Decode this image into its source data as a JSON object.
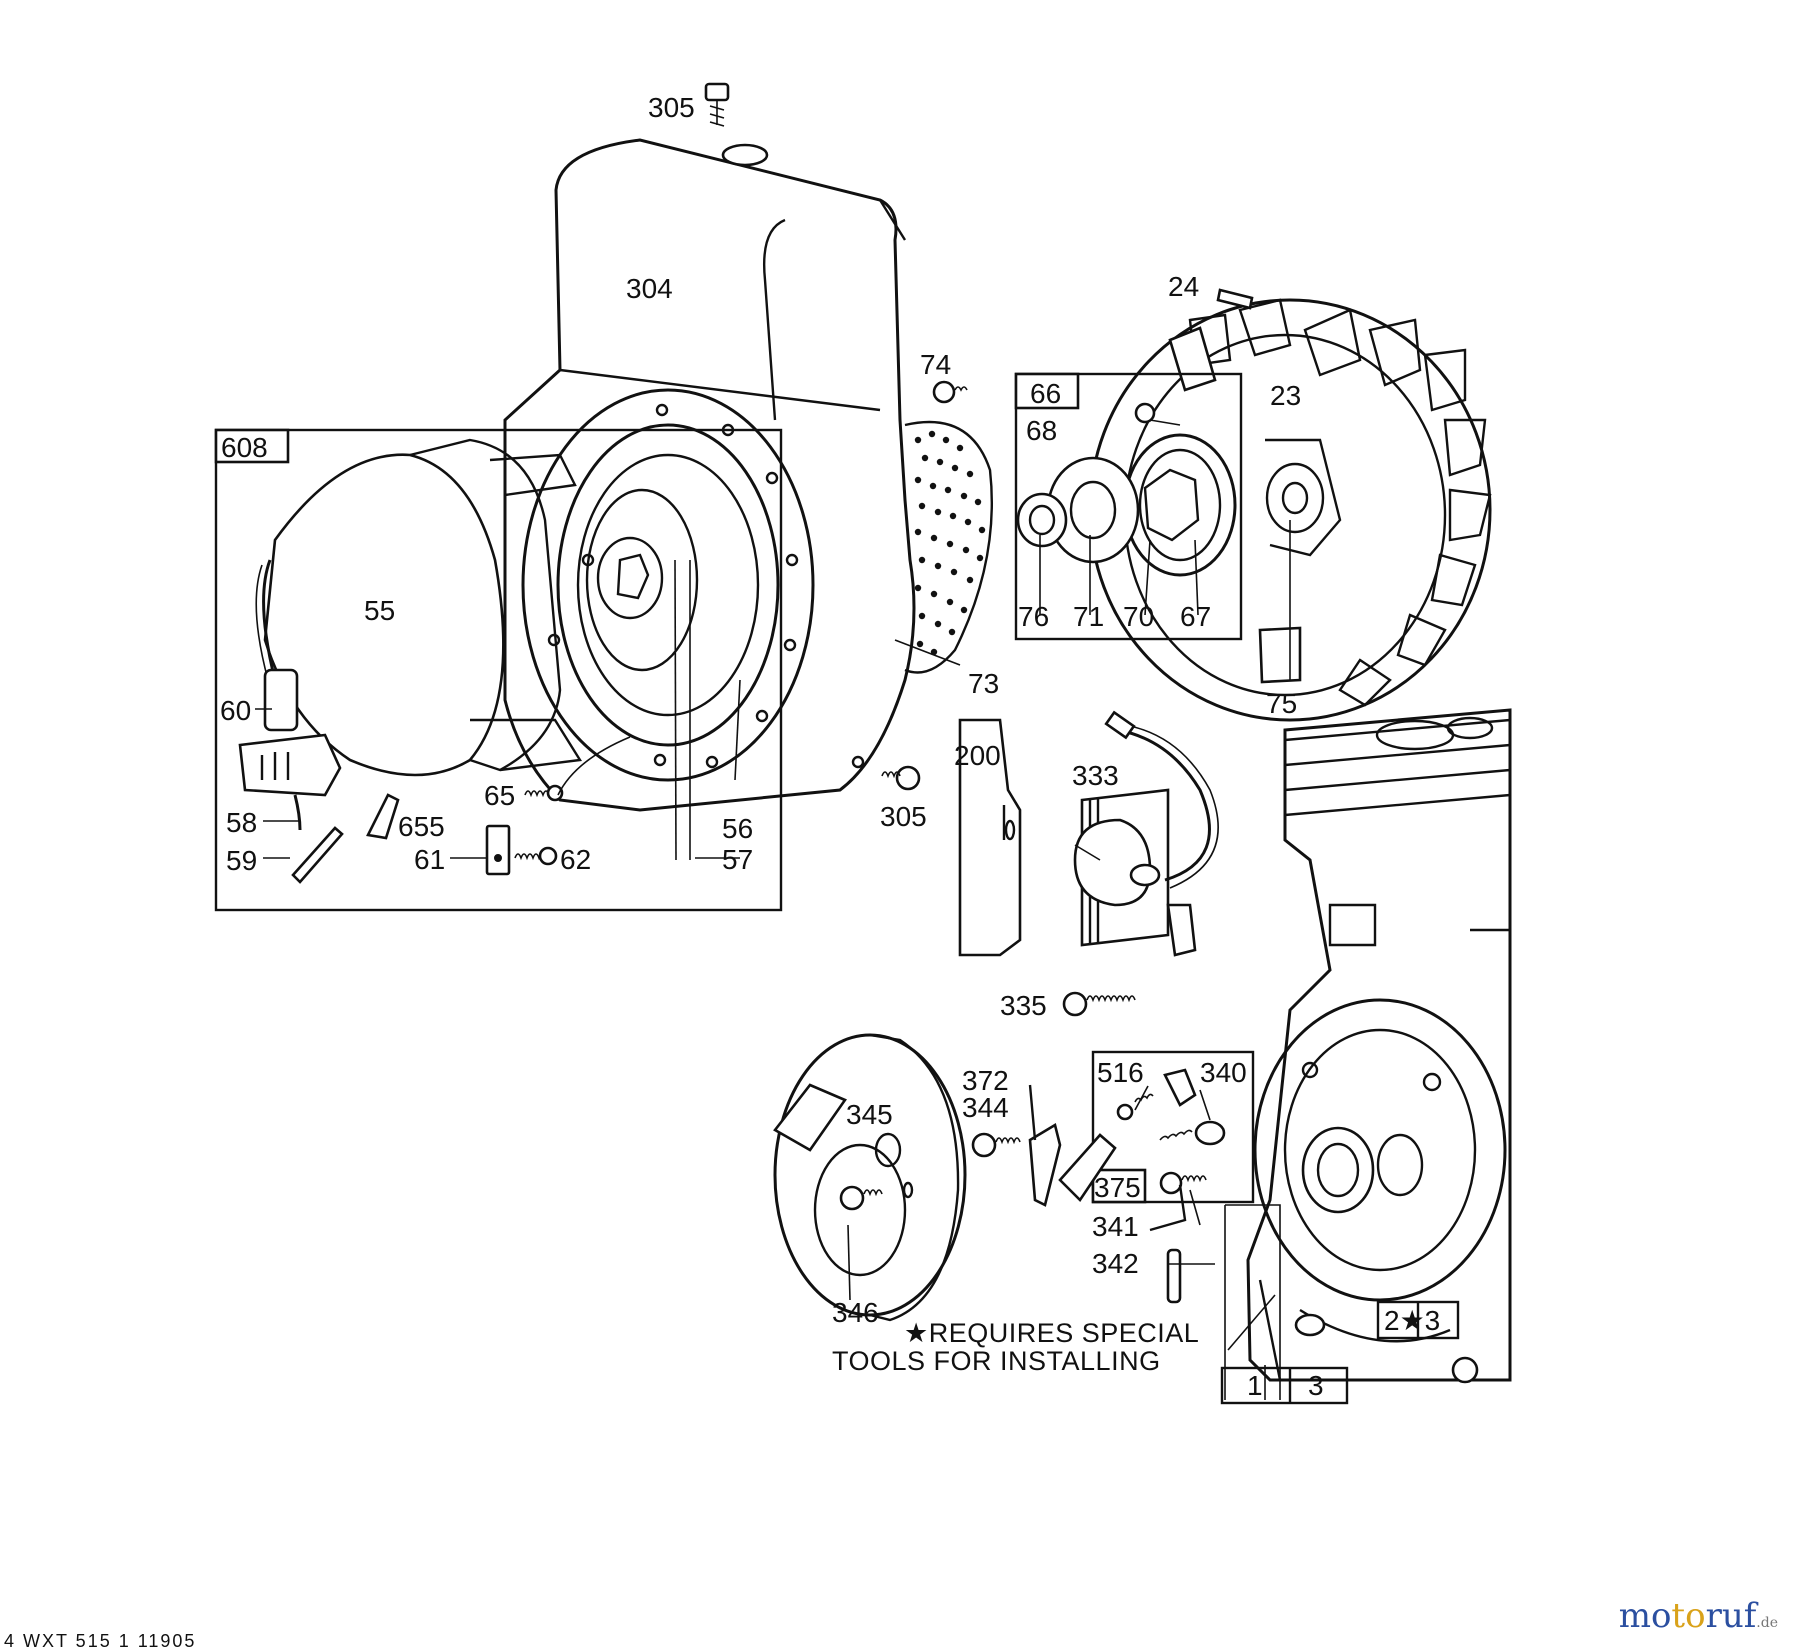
{
  "callouts": [
    {
      "id": "305a",
      "text": "305"
    },
    {
      "id": "304",
      "text": "304"
    },
    {
      "id": "608",
      "text": "608"
    },
    {
      "id": "55",
      "text": "55"
    },
    {
      "id": "60",
      "text": "60"
    },
    {
      "id": "58",
      "text": "58"
    },
    {
      "id": "59",
      "text": "59"
    },
    {
      "id": "655",
      "text": "655"
    },
    {
      "id": "65",
      "text": "65"
    },
    {
      "id": "61",
      "text": "61"
    },
    {
      "id": "62",
      "text": "62"
    },
    {
      "id": "56",
      "text": "56"
    },
    {
      "id": "57",
      "text": "57"
    },
    {
      "id": "74",
      "text": "74"
    },
    {
      "id": "73",
      "text": "73"
    },
    {
      "id": "305b",
      "text": "305"
    },
    {
      "id": "66",
      "text": "66"
    },
    {
      "id": "68",
      "text": "68"
    },
    {
      "id": "76",
      "text": "76"
    },
    {
      "id": "71",
      "text": "71"
    },
    {
      "id": "70",
      "text": "70"
    },
    {
      "id": "67",
      "text": "67"
    },
    {
      "id": "24",
      "text": "24"
    },
    {
      "id": "23",
      "text": "23"
    },
    {
      "id": "75",
      "text": "75"
    },
    {
      "id": "200",
      "text": "200"
    },
    {
      "id": "333",
      "text": "333"
    },
    {
      "id": "335",
      "text": "335"
    },
    {
      "id": "345",
      "text": "345"
    },
    {
      "id": "346",
      "text": "346"
    },
    {
      "id": "372",
      "text": "372"
    },
    {
      "id": "344",
      "text": "344"
    },
    {
      "id": "516",
      "text": "516"
    },
    {
      "id": "340",
      "text": "340"
    },
    {
      "id": "375",
      "text": "375"
    },
    {
      "id": "341",
      "text": "341"
    },
    {
      "id": "342",
      "text": "342"
    },
    {
      "id": "2s3",
      "text": "2★3"
    },
    {
      "id": "1",
      "text": "1"
    },
    {
      "id": "3",
      "text": "3"
    }
  ],
  "note": {
    "line1": "★REQUIRES SPECIAL",
    "line2": "TOOLS FOR INSTALLING"
  },
  "watermark": {
    "part1": "mo",
    "part2": "to",
    "part3": "ruf",
    "suffix": ".de"
  },
  "footer": "4  WXT 515    1           11905"
}
